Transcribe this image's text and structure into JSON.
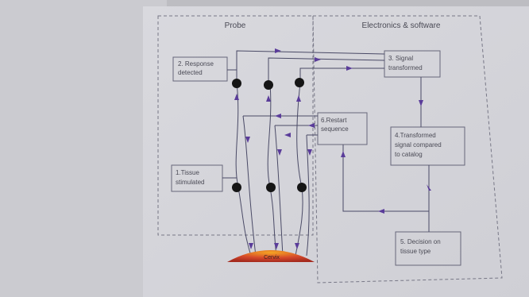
{
  "sections": {
    "probe": "Probe",
    "electronics": "Electronics & software"
  },
  "steps": {
    "tissue": [
      "1.Tissue",
      "stimulated"
    ],
    "response": [
      "2. Response",
      "detected"
    ],
    "signal": [
      "3. Signal",
      "transformed"
    ],
    "compared": [
      "4.Transformed",
      "signal compared",
      "to catalog"
    ],
    "decision": [
      "5. Decision on",
      "tissue type"
    ],
    "restart": [
      "6.Restart",
      "sequence"
    ]
  },
  "cervix_label": "Cervix",
  "colors": {
    "line": "#4a4a66",
    "arrow": "#5a3c9a",
    "node": "#151515",
    "cervix": "#c0392b",
    "paper": "#d4d4da",
    "backdrop": "#bdbdc2"
  }
}
